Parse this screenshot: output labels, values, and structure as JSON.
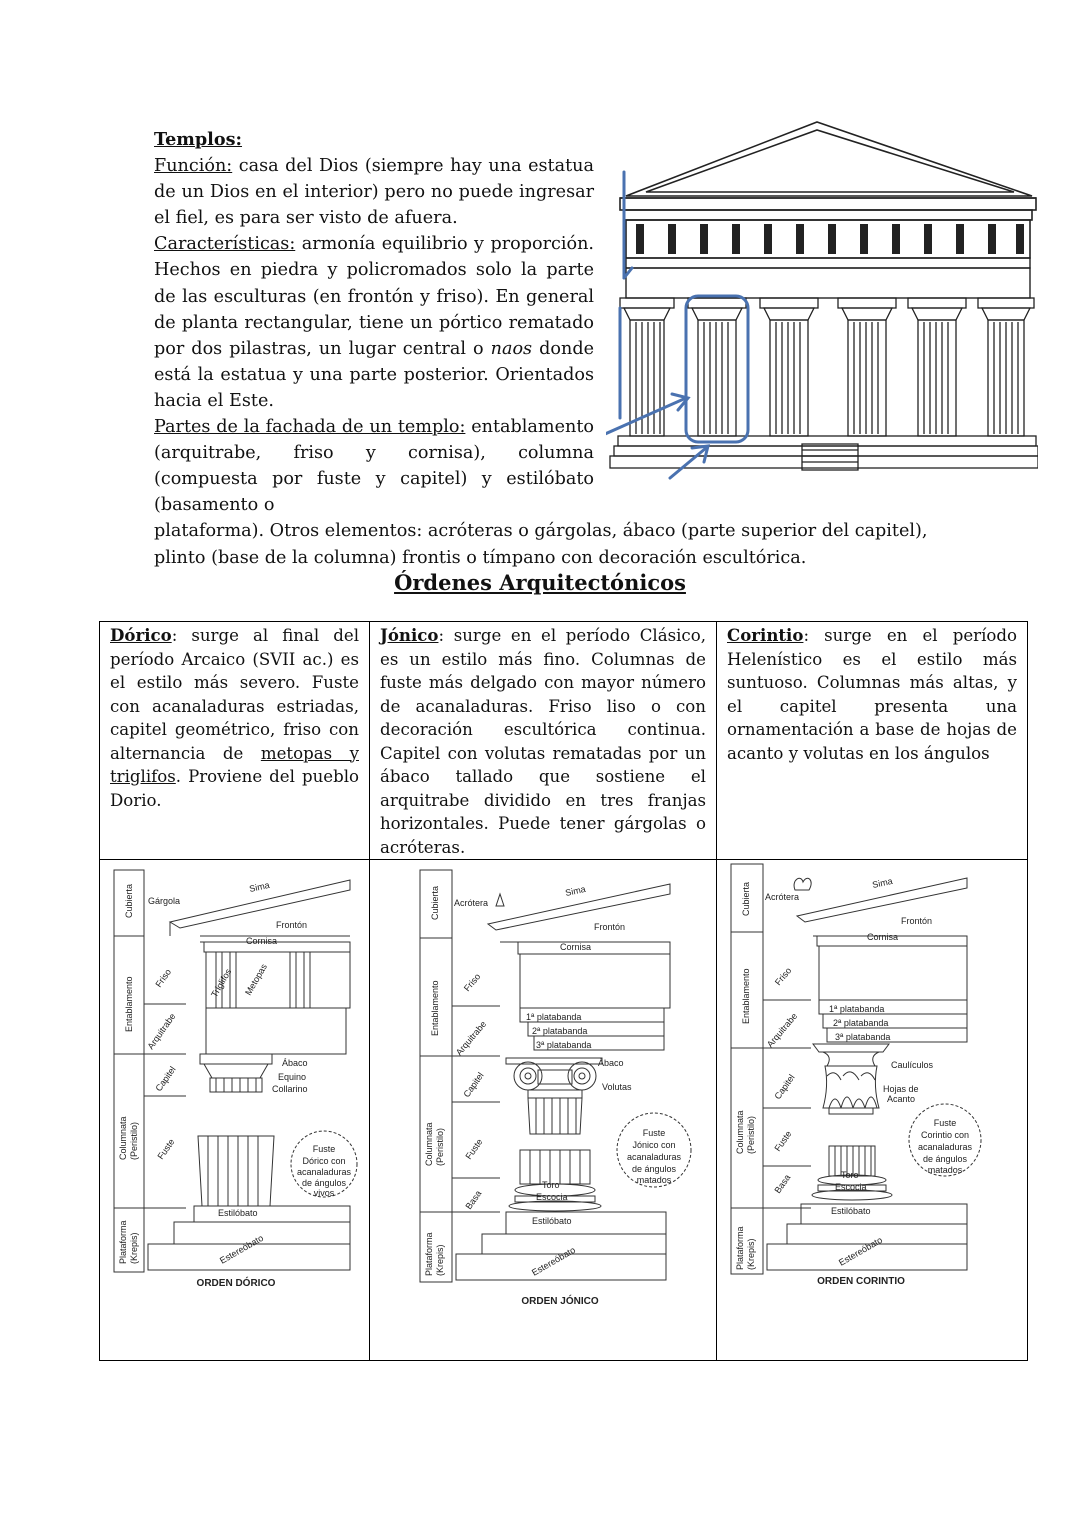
{
  "intro": {
    "heading": "Templos:",
    "funcion_label": "Función:",
    "funcion_text": " casa del Dios (siempre hay una estatua de un Dios en el interior) pero no puede ingresar el fiel, es para ser visto de afuera.",
    "caract_label": "Características:",
    "caract_text_1": " armonía equilibrio y proporción. Hechos en piedra y policromados solo la parte de las esculturas (en frontón y friso). En general de planta rectangular, tiene un pórtico rematado por dos pilastras, un lugar central o ",
    "caract_naos": "naos",
    "caract_text_2": " donde está la estatua y una parte posterior. Orientados hacia el Este.",
    "partes_label": "Partes de la fachada de un templo:",
    "partes_text_1": " entablamento (arquitrabe, friso y cornisa), columna (compuesta por fuste y capitel) y estilóbato (basamento o",
    "partes_text_2": "plataforma). Otros elementos: acróteras o gárgolas, ábaco (parte superior del capitel), plinto (base de la columna) frontis o tímpano con decoración escultórica."
  },
  "section_title": "Órdenes Arquitectónicos",
  "orders": [
    {
      "name": "Dórico",
      "text_1": ": surge al final del período Arcaico (SVII ac.) es el estilo más severo. Fuste con acanaladuras estriadas, capitel geométrico, friso con alternancia de ",
      "text_link": "metopas y triglifos",
      "text_2": ". Proviene del pueblo Dorio."
    },
    {
      "name": "Jónico",
      "text_1": ": surge en el período Clásico, es un estilo más fino. Columnas de fuste más delgado con mayor número de acanaladuras. Friso liso o con decoración escultórica continua. Capitel con volutas rematadas por un ábaco tallado que sostiene el arquitrabe dividido en tres franjas horizontales. Puede tener gárgolas o acróteras."
    },
    {
      "name": "Corintio",
      "text_1": ": surge en el período Helenístico es el estilo más suntuoso. Columnas más altas, y el capitel presenta una ornamentación a base de hojas de acanto y volutas en los ángulos"
    }
  ],
  "diagram_common": {
    "cubierta": "Cubierta",
    "entablamento": "Entablamento",
    "columnata_1": "Columnata",
    "columnata_2": "(Peristilo)",
    "plataforma_1": "Plataforma",
    "plataforma_2": "(Krepis)",
    "sima": "Sima",
    "fronton": "Frontón",
    "cornisa": "Cornisa",
    "friso": "Friso",
    "arquitrabe": "Arquitrabe",
    "capitel": "Capitel",
    "fuste": "Fuste",
    "basa": "Basa",
    "estilobato": "Estilóbato",
    "estereobato": "Estereóbato",
    "platabanda_1": "1ª platabanda",
    "platabanda_2": "2ª platabanda",
    "platabanda_3": "3ª platabanda",
    "abaco": "Ábaco",
    "toro": "Toro",
    "escocia": "Escocia"
  },
  "doric_diagram": {
    "gargola": "Gárgola",
    "triglifos": "Triglifos",
    "metopas": "Metopas",
    "equino": "Equino",
    "collarino": "Collarino",
    "badge_1": "Fuste",
    "badge_2": "Dórico con",
    "badge_3": "acanaladuras",
    "badge_4": "de ángulos",
    "badge_5": "vivos",
    "caption": "ORDEN DÓRICO"
  },
  "ionic_diagram": {
    "acrotera": "Acrótera",
    "volutas": "Volutas",
    "badge_1": "Fuste",
    "badge_2": "Jónico con",
    "badge_3": "acanaladuras",
    "badge_4": "de ángulos",
    "badge_5": "matados",
    "caption": "ORDEN JÓNICO"
  },
  "corinth_diagram": {
    "acrotera": "Acrótera",
    "cauliculos": "Caulículos",
    "hojas_1": "Hojas de",
    "hojas_2": "Acanto",
    "badge_1": "Fuste",
    "badge_2": "Corintio con",
    "badge_3": "acanaladuras",
    "badge_4": "de ángulos",
    "badge_5": "matados",
    "caption": "ORDEN CORINTIO"
  },
  "colors": {
    "arrow": "#4a72b0",
    "line": "#222222"
  }
}
